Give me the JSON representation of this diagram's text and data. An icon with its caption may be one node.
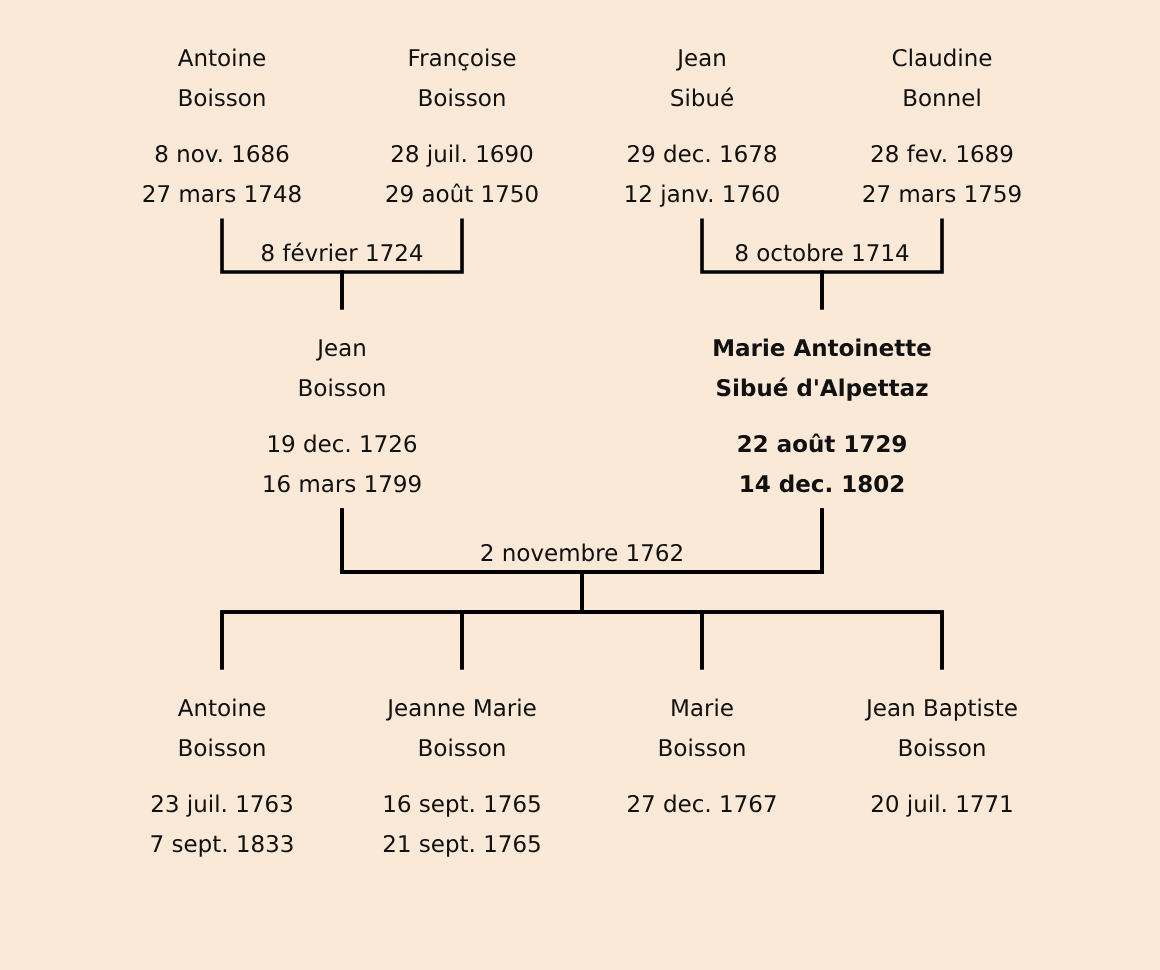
{
  "diagram": {
    "nodes": [
      {
        "text": [
          "Antoine Boisson",
          "8 nov. 1686",
          "27 mars 1748"
        ]
      },
      {
        "text": [
          "Françoise Boisson",
          "28 juil. 1690",
          "29 août 1750"
        ]
      },
      {
        "text": [
          "Jean Sibué",
          "29 dec. 1678",
          "12 janv. 1760"
        ]
      },
      {
        "text": [
          "Claudine Bonnel",
          "28 fev. 1689",
          "27 mars 1759"
        ]
      },
      {
        "text": [
          "Jean Boisson",
          "19 dec. 1726",
          "16 mars 1799"
        ]
      },
      {
        "text": [
          "Marie Antoinette Sibué d'Alpettaz",
          "22 août 1729",
          "14 dec. 1802"
        ]
      },
      {
        "text": [
          "Antoine Boisson",
          "23 juil. 1763",
          "7 sept. 1833"
        ]
      },
      {
        "text": [
          "Jeanne Marie Boisson",
          "16 sept. 1765",
          "21 sept. 1765"
        ]
      },
      {
        "text": [
          "Marie Boisson",
          "27 dec. 1767"
        ]
      },
      {
        "text": [
          "Jean Baptiste Boisson",
          "20 juil. 1771"
        ]
      }
    ],
    "edges": [
      {
        "from": 0,
        "to": 4,
        "arrow": "none",
        "label": "8 février 1724"
      },
      {
        "from": 1,
        "to": 4,
        "arrow": "none"
      },
      {
        "from": 2,
        "to": 5,
        "arrow": "none",
        "label": "8 octobre 1714"
      },
      {
        "from": 3,
        "to": 5,
        "arrow": "none"
      },
      {
        "from": 4,
        "to": 6,
        "arrow": "none",
        "label": "2 novembre 1762"
      },
      {
        "from": 4,
        "to": 7,
        "arrow": "none"
      },
      {
        "from": 4,
        "to": 8,
        "arrow": "none"
      },
      {
        "from": 4,
        "to": 9,
        "arrow": "none"
      },
      {
        "from": 5,
        "to": 6,
        "arrow": "none"
      },
      {
        "from": 5,
        "to": 7,
        "arrow": "none"
      },
      {
        "from": 5,
        "to": 8,
        "arrow": "none"
      },
      {
        "from": 5,
        "to": 9,
        "arrow": "none"
      }
    ]
  }
}
